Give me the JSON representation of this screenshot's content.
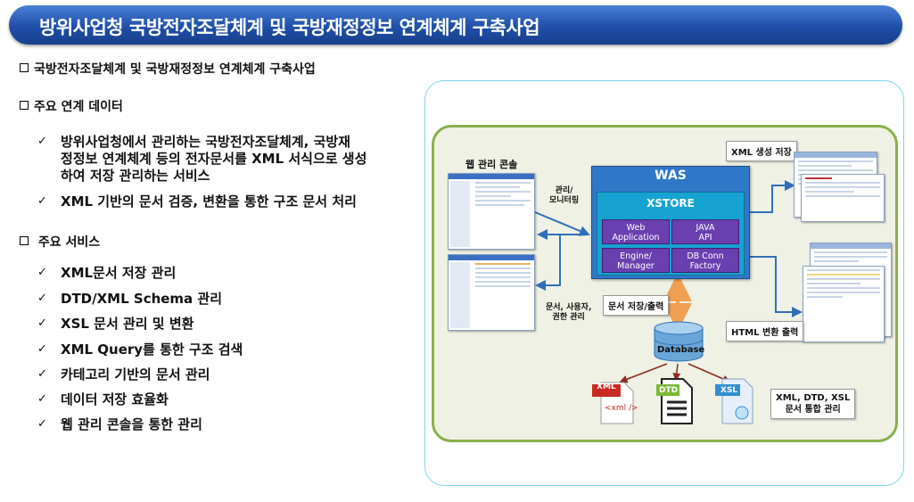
{
  "header": {
    "title": "방위사업청 국방전자조달체계 및 국방재정정보 연계체계 구축사업"
  },
  "sections": [
    {
      "label": "국방전자조달체계 및 국방재정정보 연계체계 구축사업"
    },
    {
      "label": "주요 연계 데이터",
      "items": [
        {
          "lines": [
            "방위사업청에서 관리하는 국방전자조달체계, 국방재",
            "정정보 연계체계 등의 전자문서를 XML 서식으로 생성",
            "하여 저장 관리하는 서비스"
          ]
        },
        {
          "lines": [
            "XML 기반의 문서 검증, 변환을 통한 구조 문서 처리"
          ]
        }
      ]
    },
    {
      "label": "주요 서비스",
      "items": [
        "XML문서 저장 관리",
        "DTD/XML Schema 관리",
        "XSL 문서 관리 및 변환",
        "XML Query를 통한 구조 검색",
        "카테고리 기반의 문서 관리",
        "데이터 저장 효율화",
        "웹 관리 콘솔을 통한 관리"
      ]
    }
  ],
  "checkmark": "✓",
  "diagram": {
    "web_console_label": "웹 관리 콘솔",
    "mgmt_monitoring": [
      "관리/",
      "모니터링"
    ],
    "doc_user_auth": [
      "문서, 사용자,",
      "권한 관리"
    ],
    "was_title": "WAS",
    "xstore_title": "XSTORE",
    "modules": {
      "web_app": [
        "Web",
        "Application"
      ],
      "java_api": [
        "JAVA",
        "API"
      ],
      "engine_manager": [
        "Engine/",
        "Manager"
      ],
      "db_conn_factory": [
        "DB Conn",
        "Factory"
      ]
    },
    "xml_generate_store": "XML 생성 저장",
    "html_convert_output": "HTML 변환 출력",
    "doc_store_output": "문서 저장/출력",
    "database_label": "Database",
    "file_xml": "XML",
    "file_xml_tag": "<xml />",
    "file_dtd": "DTD",
    "file_xsl": "XSL",
    "integrated_mgmt": [
      "XML, DTD, XSL",
      "문서 통합 관리"
    ],
    "colors": {
      "title_bar": "#1f4fa8",
      "was": "#2f78c8",
      "xstore": "#17a3d2",
      "module": "#6a3fb0",
      "panel_border": "#8ab04a"
    }
  }
}
